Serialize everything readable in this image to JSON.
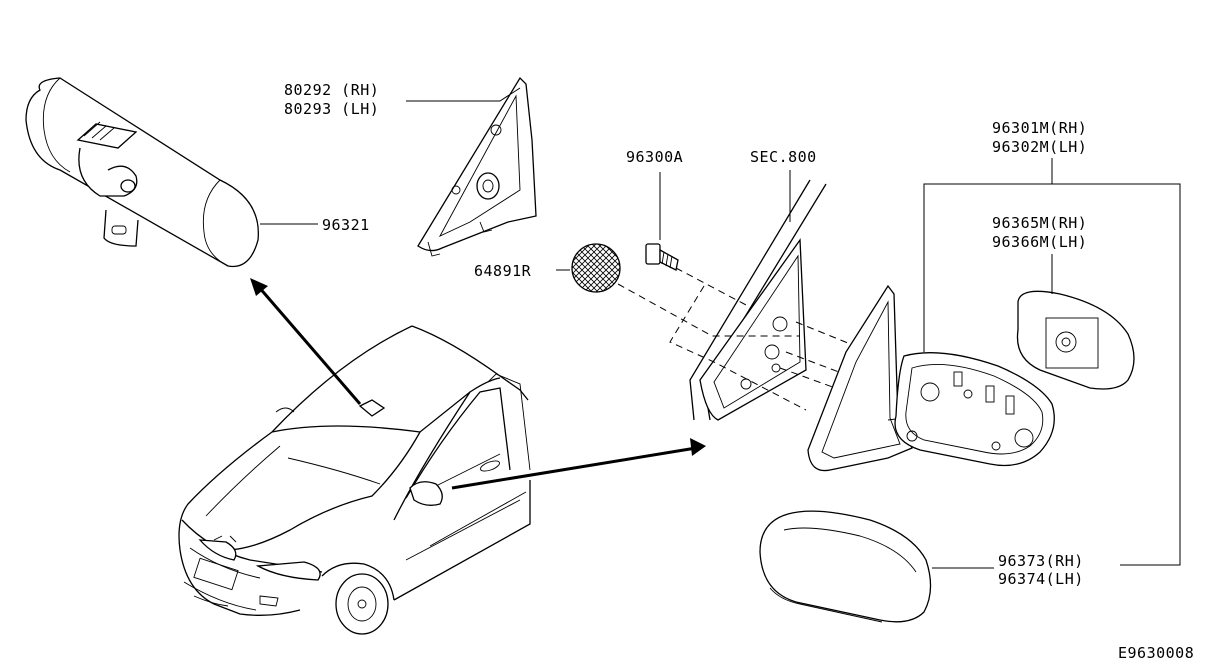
{
  "diagram_id": "E9630008",
  "parts": {
    "inner_mirror": "96321",
    "corner_cover_rh": "80292 (RH)",
    "corner_cover_lh": "80293 (LH)",
    "screw": "96300A",
    "section_ref": "SEC.800",
    "grommet": "64891R",
    "mirror_assy_rh": "96301M(RH)",
    "mirror_assy_lh": "96302M(LH)",
    "glass_rh": "96365M(RH)",
    "glass_lh": "96366M(LH)",
    "cap_rh": "96373(RH)",
    "cap_lh": "96374(LH)"
  }
}
